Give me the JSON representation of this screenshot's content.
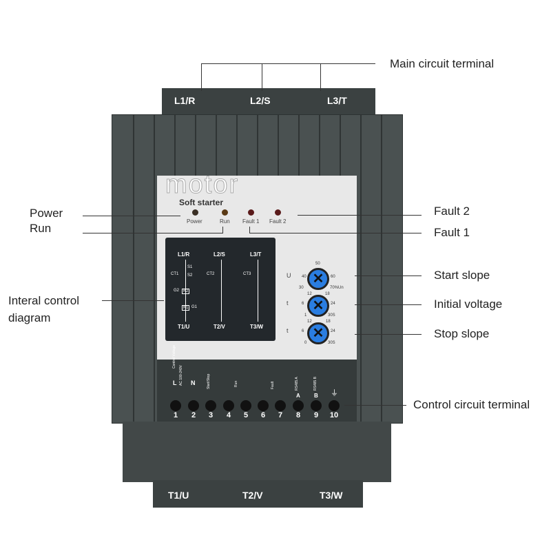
{
  "device": {
    "brand_watermark": "motor",
    "title": "Soft starter",
    "input_terminals": [
      "L1/R",
      "L2/S",
      "L3/T"
    ],
    "output_terminals": [
      "T1/U",
      "T2/V",
      "T3/W"
    ],
    "leds": [
      {
        "label": "Power",
        "color": "#3a2f25"
      },
      {
        "label": "Run",
        "color": "#5a3a15"
      },
      {
        "label": "Fault 1",
        "color": "#5a1a1a"
      },
      {
        "label": "Fault 2",
        "color": "#5a1a1a"
      }
    ],
    "diagram": {
      "inputs": [
        "L1/R",
        "L2/S",
        "L3/T"
      ],
      "outputs": [
        "T1/U",
        "T2/V",
        "T3/W"
      ],
      "ct": [
        "CT1",
        "CT2",
        "CT3"
      ],
      "s1": "S1",
      "s2": "S2",
      "k1": "K1",
      "k2": "K2",
      "g1": "G1",
      "g2": "G2"
    },
    "knobs": [
      {
        "symbol": "U",
        "ticks": [
          "50",
          "40",
          "60",
          "30",
          "70%Un"
        ]
      },
      {
        "symbol": "t",
        "ticks": [
          "12",
          "18",
          "6",
          "24",
          "1",
          "30S"
        ]
      },
      {
        "symbol": "t",
        "ticks": [
          "12",
          "18",
          "6",
          "24",
          "0",
          "30S"
        ]
      }
    ],
    "control_labels": {
      "l": "L",
      "n": "N",
      "control_voltage": "Control Voltage",
      "ac": "AC 100-240V",
      "start_stop": "Start/Stop",
      "run": "Run",
      "fault": "Fault",
      "rs485a": "RS485 A",
      "rs485b": "RS485 B",
      "a": "A",
      "b": "B",
      "ground": "⏚"
    },
    "control_terminals": [
      "1",
      "2",
      "3",
      "4",
      "5",
      "6",
      "7",
      "8",
      "9",
      "10"
    ]
  },
  "annotations": {
    "main_circuit": "Main circuit terminal",
    "power": "Power",
    "run": "Run",
    "fault2": "Fault 2",
    "fault1": "Fault 1",
    "start_slope": "Start slope",
    "initial_voltage": "Initial voltage",
    "stop_slope": "Stop slope",
    "control_diagram_1": "Interal control",
    "control_diagram_2": "diagram",
    "control_circuit": "Control circuit terminal"
  },
  "colors": {
    "body": "#4a5151",
    "knob": "#2a7de0"
  }
}
